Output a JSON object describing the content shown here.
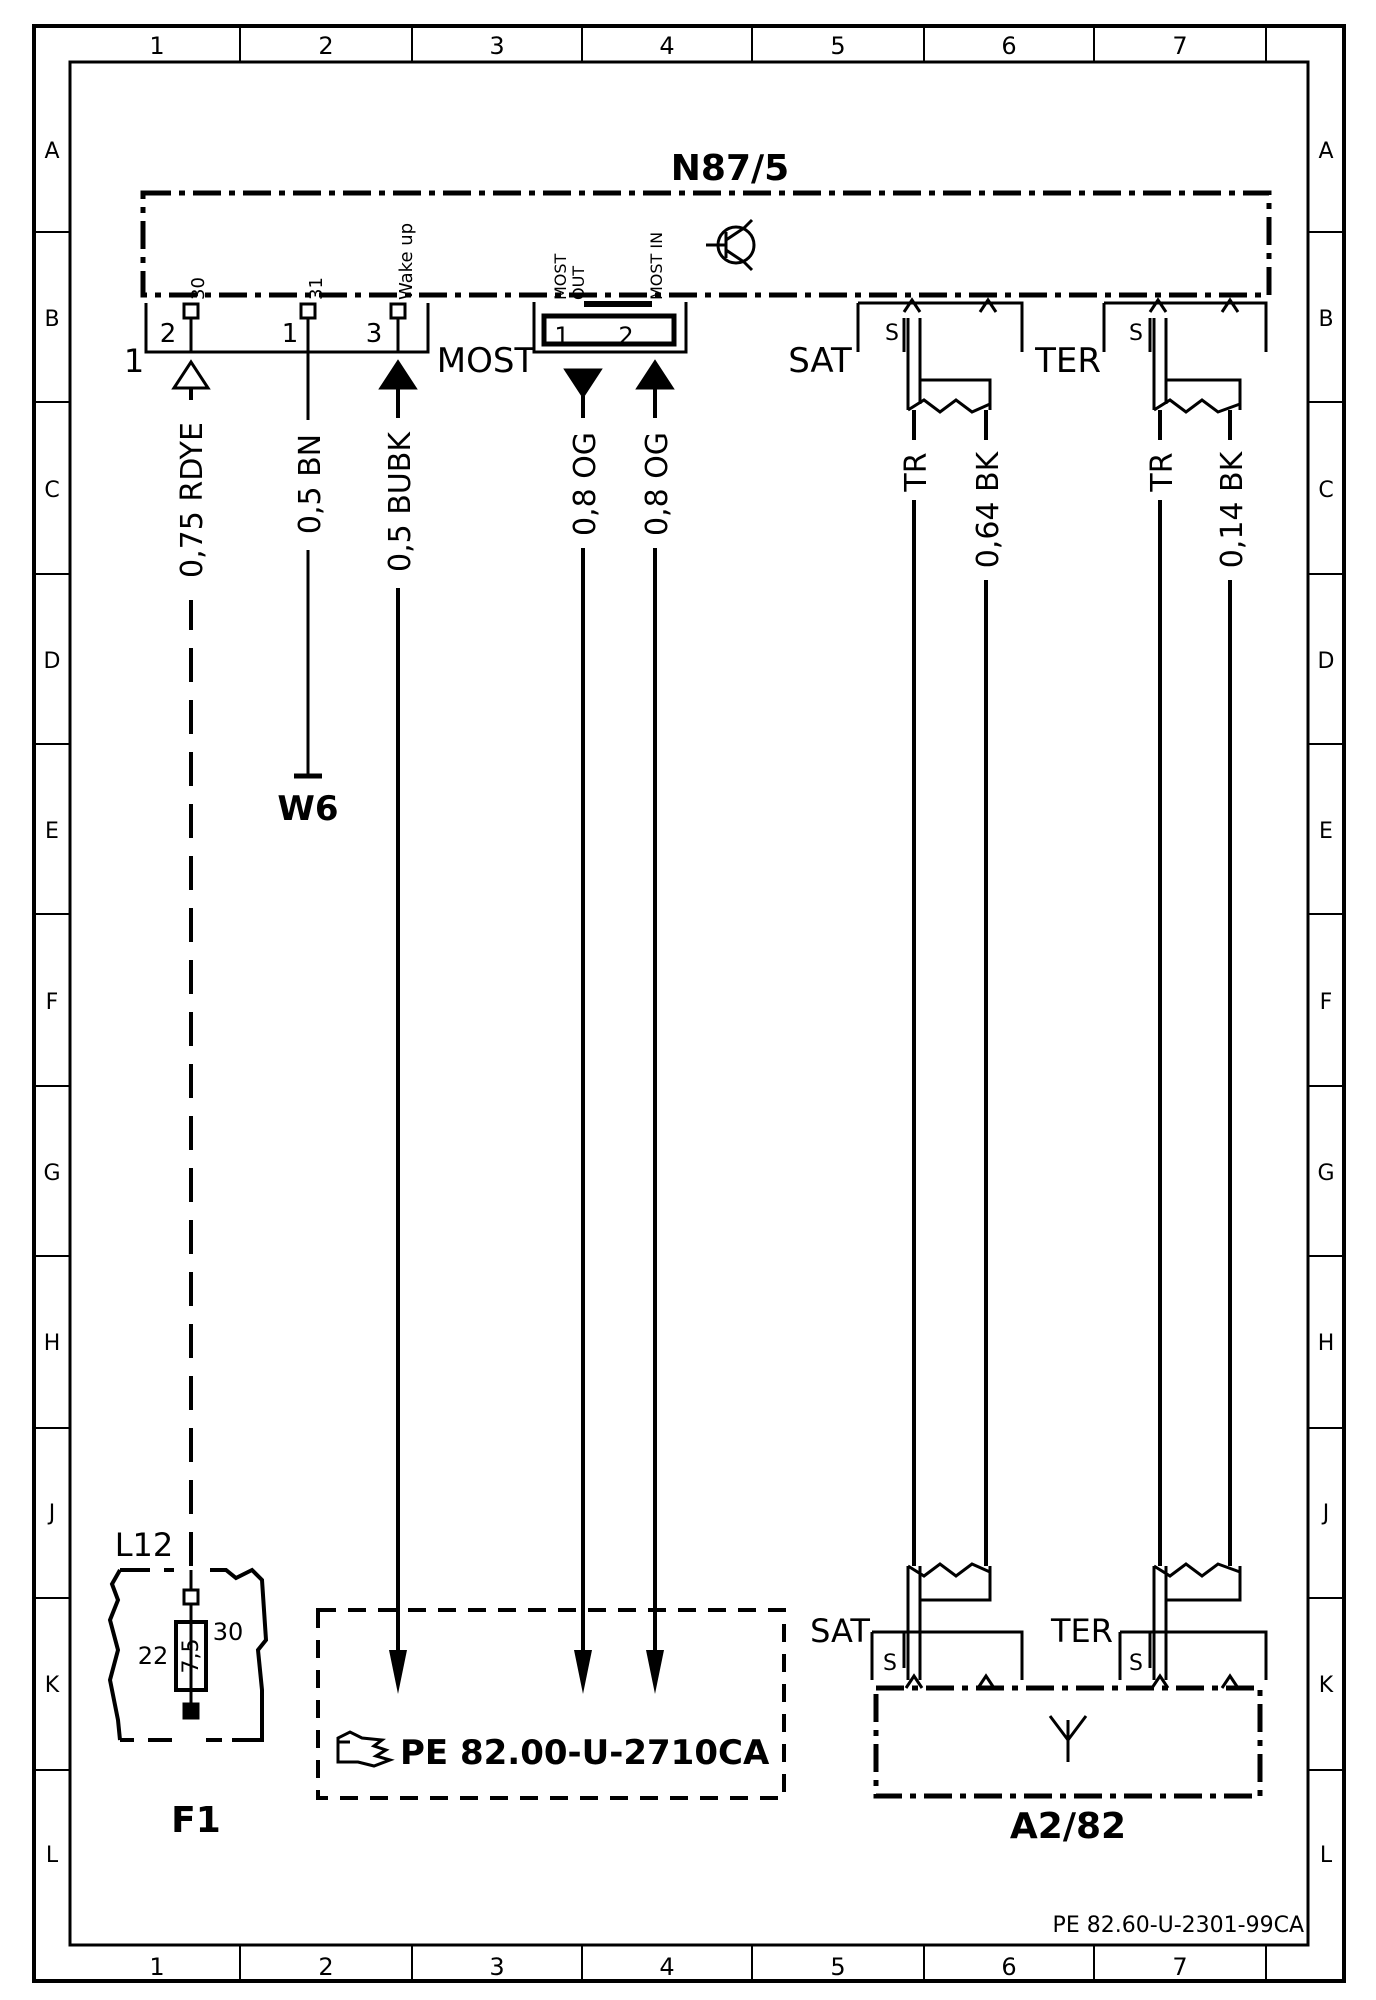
{
  "grid": {
    "columns": [
      "1",
      "2",
      "3",
      "4",
      "5",
      "6",
      "7"
    ],
    "rows": [
      "A",
      "B",
      "C",
      "D",
      "E",
      "F",
      "G",
      "H",
      "J",
      "K",
      "L"
    ]
  },
  "modules": {
    "control_unit": "N87/5",
    "antenna": "A2/82",
    "fuse_box": "F1",
    "fuse_box_label": "L12",
    "ground": "W6",
    "reference": "PE  82.00-U-2710CA",
    "document_id": "PE 82.60-U-2301-99CA"
  },
  "connectors": {
    "main_number": "1",
    "most_label": "MOST",
    "sat_label": "SAT",
    "ter_label": "TER",
    "shield_mark": "S",
    "pins": [
      {
        "num": "2",
        "name": "30"
      },
      {
        "num": "1",
        "name": "31"
      },
      {
        "num": "3",
        "name": "Wake up"
      },
      {
        "num": "1",
        "name": "MOST OUT",
        "line1": "MOST",
        "line2": "OUT"
      },
      {
        "num": "2",
        "name": "MOST IN"
      }
    ]
  },
  "wires": [
    {
      "label": "0,75 RDYE"
    },
    {
      "label": "0,5 BN"
    },
    {
      "label": "0,5 BUBK"
    },
    {
      "label": "0,8 OG"
    },
    {
      "label": "0,8 OG"
    },
    {
      "label": "TR"
    },
    {
      "label": "0,64 BK"
    },
    {
      "label": "TR"
    },
    {
      "label": "0,14 BK"
    }
  ],
  "fuse": {
    "value": "7,5",
    "terminal_left": "22",
    "terminal_right": "30"
  }
}
